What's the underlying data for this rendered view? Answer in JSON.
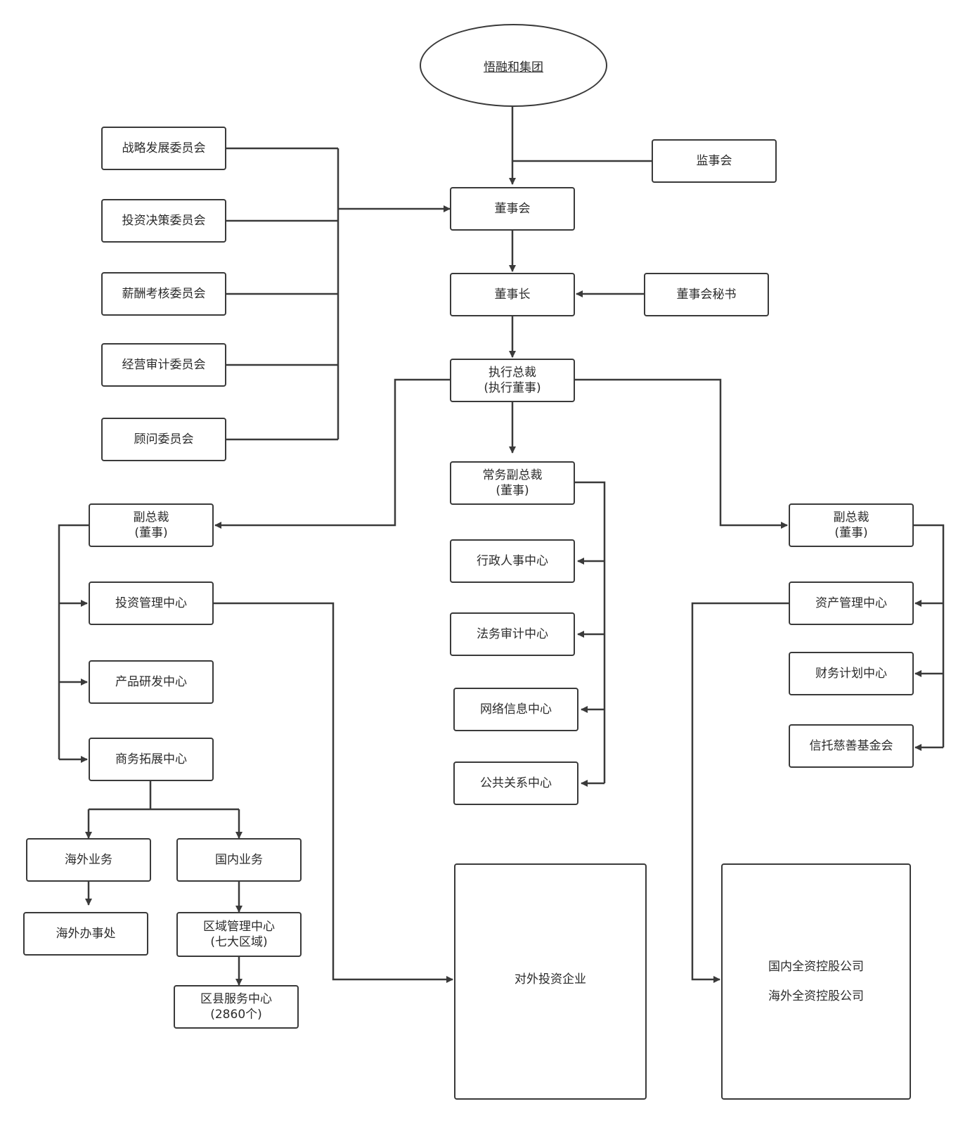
{
  "root": "悟融和集团",
  "supervisory_board": "监事会",
  "board": "董事会",
  "committees": [
    "战略发展委员会",
    "投资决策委员会",
    "薪酬考核委员会",
    "经营审计委员会",
    "顾问委员会"
  ],
  "chairman": "董事长",
  "board_secretary": "董事会秘书",
  "ceo": {
    "line1": "执行总裁",
    "line2": "(执行董事)"
  },
  "evp": {
    "line1": "常务副总裁",
    "line2": "(董事)"
  },
  "center_units": [
    "行政人事中心",
    "法务审计中心",
    "网络信息中心",
    "公共关系中心"
  ],
  "vp_left": {
    "line1": "副总裁",
    "line2": "(董事)"
  },
  "left_units": [
    "投资管理中心",
    "产品研发中心",
    "商务拓展中心"
  ],
  "overseas_business": "海外业务",
  "overseas_office": "海外办事处",
  "domestic_business": "国内业务",
  "regional_center": {
    "line1": "区域管理中心",
    "line2": "(七大区域)"
  },
  "county_center": {
    "line1": "区县服务中心",
    "line2": "(2860个)"
  },
  "external_investment": "对外投资企业",
  "vp_right": {
    "line1": "副总裁",
    "line2": "(董事)"
  },
  "right_units": [
    "资产管理中心",
    "财务计划中心",
    "信托慈善基金会"
  ],
  "subsidiaries": [
    "国内全资控股公司",
    "海外全资控股公司"
  ],
  "colors": {
    "stroke": "#3a3a3a",
    "text": "#2b2b2b",
    "background": "#ffffff"
  }
}
